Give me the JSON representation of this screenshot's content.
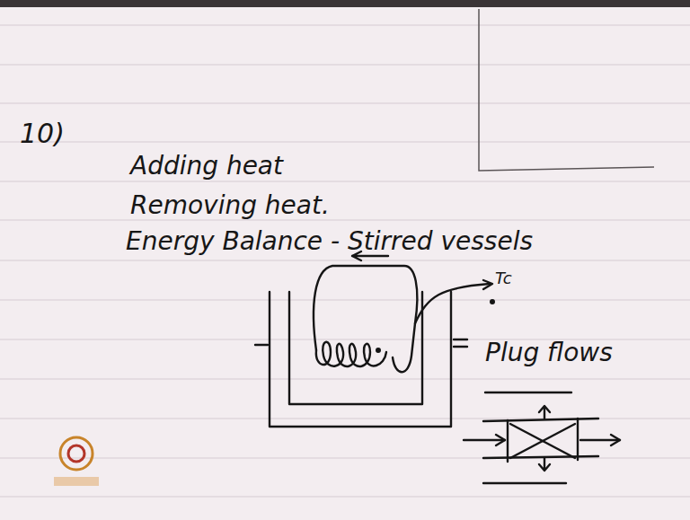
{
  "diagram": {
    "labels": [
      "10)",
      "Adding heat",
      "Removing heat.",
      "Energy Balance - Stirred vessels",
      "Tc",
      "Plug flows"
    ]
  }
}
